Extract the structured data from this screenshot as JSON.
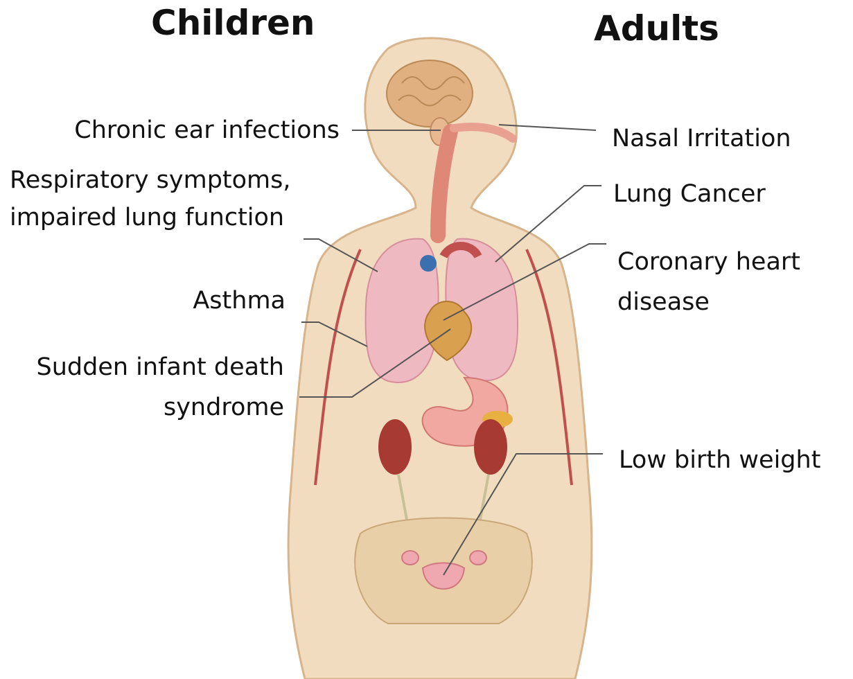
{
  "headings": {
    "children": "Children",
    "adults": "Adults"
  },
  "labels": {
    "ear": "Chronic ear infections",
    "respiratory_line1": "Respiratory symptoms,",
    "respiratory_line2": "impaired lung function",
    "asthma": "Asthma",
    "sids_line1": "Sudden infant death",
    "sids_line2": "syndrome",
    "nasal": "Nasal Irritation",
    "lung_cancer": "Lung Cancer",
    "heart_line1": "Coronary heart",
    "heart_line2": "disease",
    "birth_weight": "Low birth weight"
  },
  "colors": {
    "skin": "#f2dcc0",
    "skin_outline": "#d8b48c",
    "lung": "#efb9c2",
    "heart": "#d9a050",
    "vessel": "#c0504d",
    "kidney": "#a83a34",
    "stomach": "#f0a8a0",
    "pelvis": "#e8cfa8",
    "brain": "#e0b080",
    "leader": "#555555"
  }
}
